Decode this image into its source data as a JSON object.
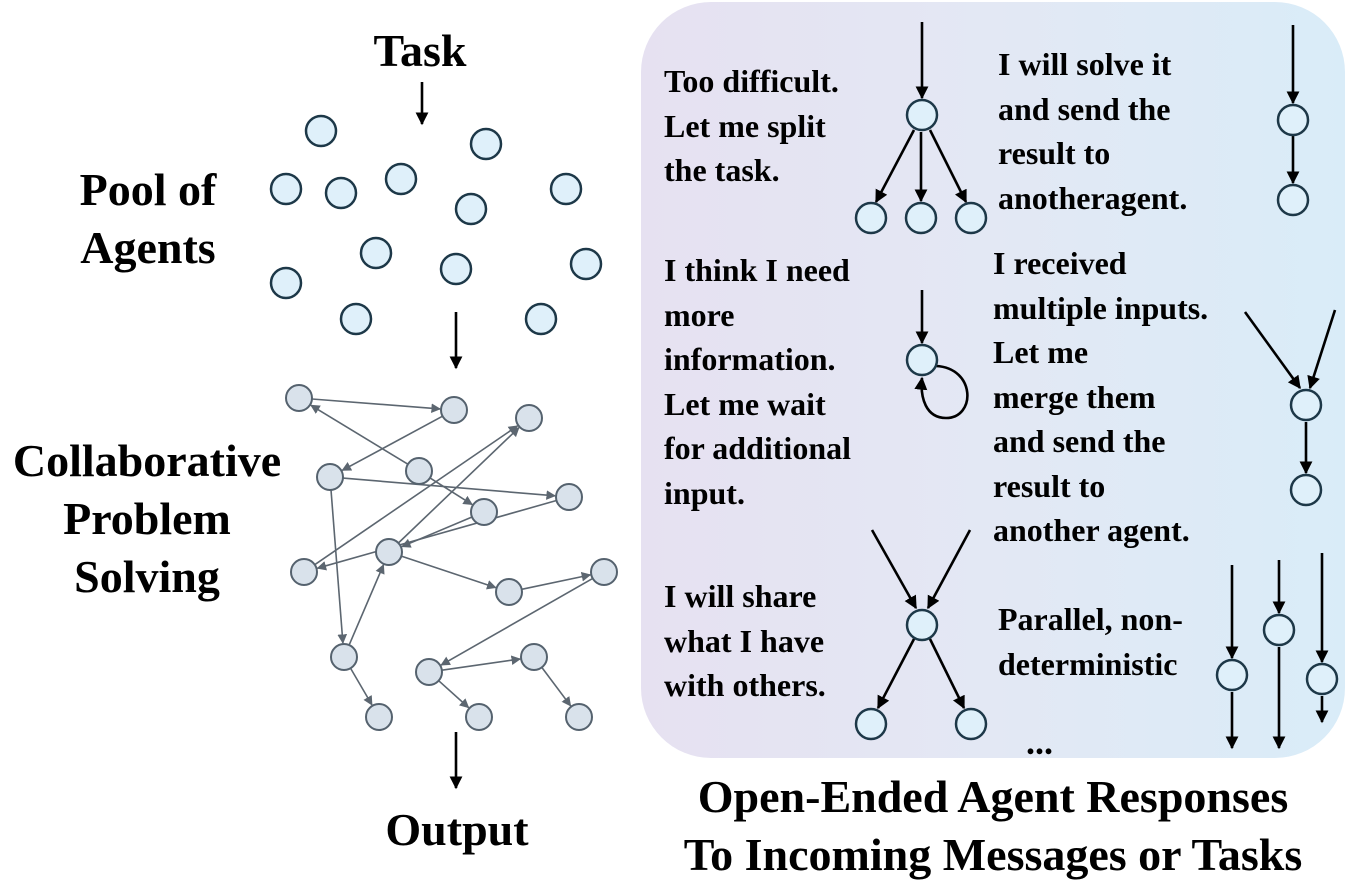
{
  "left": {
    "task_label": "Task",
    "pool_label": "Pool of\nAgents",
    "collab_label": "Collaborative\nProblem\nSolving",
    "output_label": "Output"
  },
  "responses": {
    "split": "Too difficult.\nLet me split\nthe task.",
    "solve": "I will solve it\nand send the\nresult to\nanotheragent.",
    "wait": "I think I need\nmore\ninformation.\nLet me wait\nfor additional\ninput.",
    "merge": "I received\nmultiple inputs.\nLet me\nmerge them\nand send the\nresult to\nanother agent.",
    "share": "I will share\nwhat I have\nwith others.",
    "parallel": "Parallel, non-\ndeterministic",
    "ellipsis": "..."
  },
  "caption": {
    "line1": "Open-Ended Agent Responses",
    "line2": "To Incoming Messages or Tasks"
  },
  "colors": {
    "agent_fill": "#dff0fa",
    "agent_stroke": "#1d3848",
    "graph_fill": "#d9e2eb",
    "graph_stroke": "#55626e",
    "panel_left": "#e6e1f1",
    "panel_right": "#d9ecf8"
  }
}
